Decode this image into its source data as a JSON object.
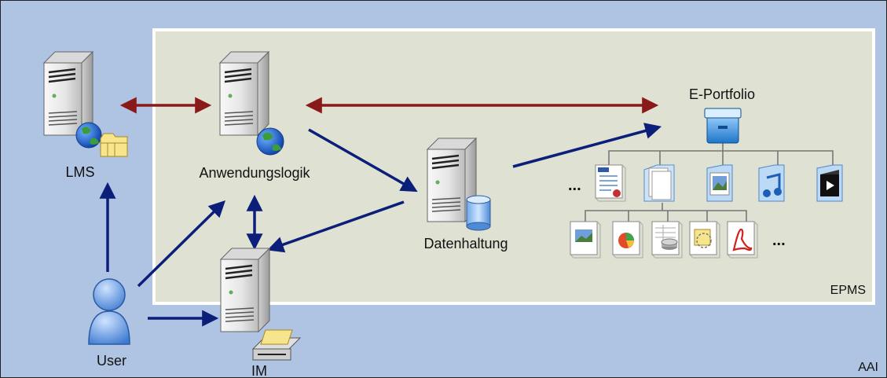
{
  "labels": {
    "lms": "LMS",
    "anwendungslogik": "Anwendungslogik",
    "datenhaltung": "Datenhaltung",
    "eportfolio": "E-Portfolio",
    "user": "User",
    "im": "IM",
    "epms": "EPMS",
    "aai": "AAI",
    "ellipsis_docs": "...",
    "ellipsis_files": "..."
  },
  "icons": {
    "server": "server-icon",
    "globe": "globe-icon",
    "folders": "folders-icon",
    "database": "database-icon",
    "printer": "printer-icon",
    "user": "user-icon",
    "cabinet": "file-cabinet-icon"
  },
  "colors": {
    "outer_bg": "#afc3e2",
    "inner_bg": "#dfe1d3",
    "arrow_blue": "#0b1f7a",
    "arrow_red": "#8a1a1a"
  }
}
